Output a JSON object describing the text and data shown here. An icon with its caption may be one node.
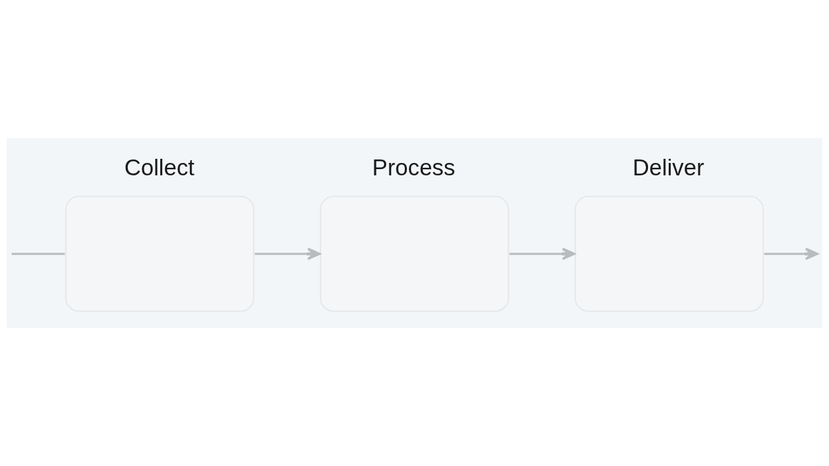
{
  "diagram": {
    "nodes": [
      {
        "text": [
          "Collect"
        ]
      },
      {
        "text": [
          "Process"
        ]
      },
      {
        "text": [
          "Deliver"
        ]
      }
    ],
    "edges": [
      {
        "from": null,
        "to": 0,
        "arrow": "none"
      },
      {
        "from": 0,
        "to": 1,
        "arrow": "to"
      },
      {
        "from": 1,
        "to": 2,
        "arrow": "to"
      },
      {
        "from": 2,
        "to": null,
        "arrow": "to"
      }
    ]
  }
}
